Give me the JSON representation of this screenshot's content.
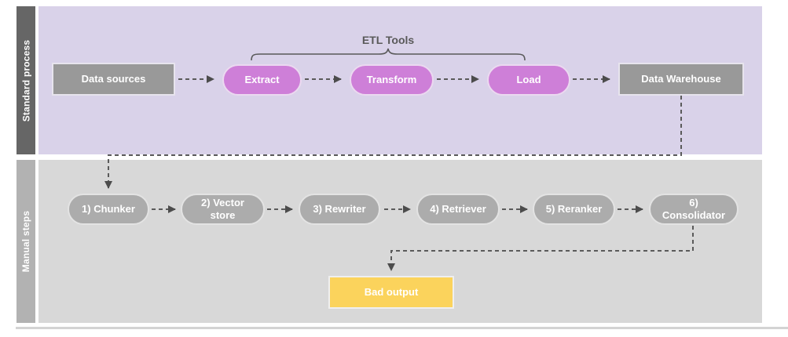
{
  "diagram": {
    "lanes": [
      {
        "label": "Standard process",
        "annotation": "ETL Tools",
        "nodes": [
          {
            "id": "data-sources",
            "label": "Data sources",
            "shape": "rect",
            "color": "#999999"
          },
          {
            "id": "extract",
            "label": "Extract",
            "shape": "pill",
            "color": "#CE7FD8"
          },
          {
            "id": "transform",
            "label": "Transform",
            "shape": "pill",
            "color": "#CE7FD8"
          },
          {
            "id": "load",
            "label": "Load",
            "shape": "pill",
            "color": "#CE7FD8"
          },
          {
            "id": "data-warehouse",
            "label": "Data Warehouse",
            "shape": "rect",
            "color": "#999999"
          }
        ]
      },
      {
        "label": "Manual steps",
        "nodes": [
          {
            "id": "chunker",
            "label": "1) Chunker",
            "shape": "pill",
            "color": "#ACACAC"
          },
          {
            "id": "vector-store",
            "label": "2) Vector store",
            "shape": "pill",
            "color": "#ACACAC"
          },
          {
            "id": "rewriter",
            "label": "3) Rewriter",
            "shape": "pill",
            "color": "#ACACAC"
          },
          {
            "id": "retriever",
            "label": "4) Retriever",
            "shape": "pill",
            "color": "#ACACAC"
          },
          {
            "id": "reranker",
            "label": "5) Reranker",
            "shape": "pill",
            "color": "#ACACAC"
          },
          {
            "id": "consolidator",
            "label": "6) Consolidator",
            "shape": "pill",
            "color": "#ACACAC"
          },
          {
            "id": "bad-output",
            "label": "Bad output",
            "shape": "rect",
            "color": "#FBD35C"
          }
        ]
      }
    ],
    "colors": {
      "lane_standard_bg": "#D9D2E9",
      "lane_manual_bg": "#D8D8D8",
      "lane_standard_header": "#666666",
      "lane_manual_header": "#B2B2B2",
      "etl_pill": "#CE7FD8",
      "manual_pill": "#ACACAC",
      "dark_box": "#999999",
      "bad_output_box": "#FBD35C",
      "connector": "#5A5A5A",
      "node_text": "#FFFFFF",
      "annotation_text": "#595959"
    }
  }
}
